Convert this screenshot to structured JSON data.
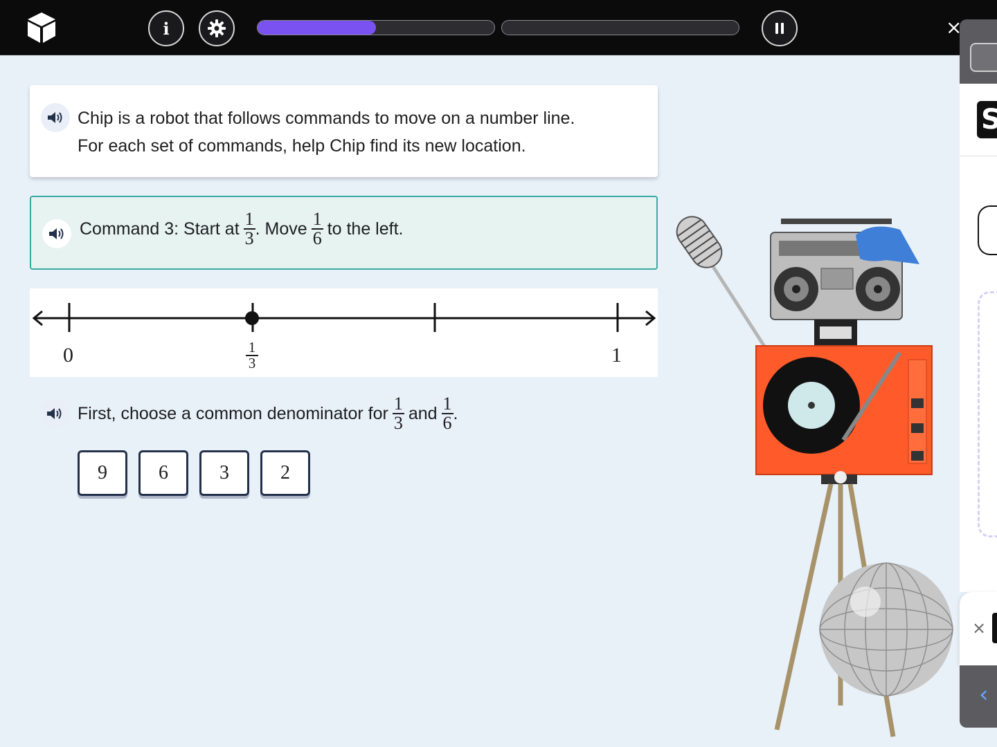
{
  "header": {
    "icons": {
      "logo": "cube-logo-icon",
      "info": "info-icon",
      "settings": "gear-icon",
      "pause": "pause-icon",
      "close": "close-icon"
    },
    "info_label": "i",
    "close_label": "×",
    "progress": [
      {
        "value": 0.5,
        "color": "#7b52f2"
      },
      {
        "value": 0.0,
        "color": "#7b52f2"
      }
    ]
  },
  "prompt": {
    "line1": "Chip is a robot that follows commands to move on a number line.",
    "line2": "For each set of commands, help Chip find its new location."
  },
  "command": {
    "prefix": "Command 3: Start at",
    "start_num": "1",
    "start_den": "3",
    "middle": ". Move",
    "move_num": "1",
    "move_den": "6",
    "suffix": "to the left."
  },
  "number_line": {
    "label_zero": "0",
    "label_one": "1",
    "marked_num": "1",
    "marked_den": "3",
    "point_value": 0.3333
  },
  "question": {
    "prefix": "First, choose a common denominator for",
    "a_num": "1",
    "a_den": "3",
    "and": "and",
    "b_num": "1",
    "b_den": "6",
    "end": "."
  },
  "choices": [
    "9",
    "6",
    "3",
    "2"
  ],
  "side_panel": {
    "close_label": "×",
    "nav_label": "‹",
    "logo_letter": "S"
  },
  "colors": {
    "accent": "#7b52f2",
    "command_border": "#39a9a3",
    "command_bg": "#e6f3f1",
    "background": "#e8f1f8"
  }
}
